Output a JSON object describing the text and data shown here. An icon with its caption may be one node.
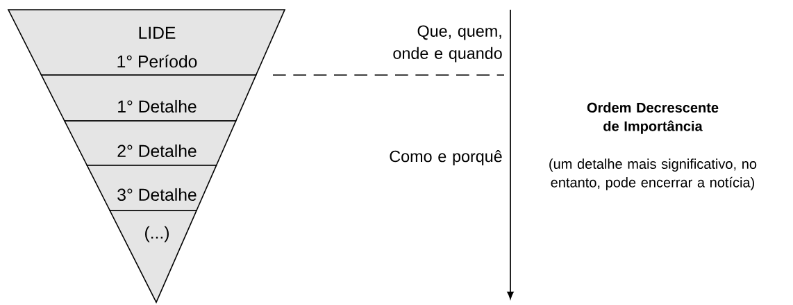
{
  "diagram": {
    "nodes": [
      {
        "text": [
          "LIDE",
          "1° Período"
        ]
      },
      {
        "text": [
          "1° Detalhe"
        ]
      },
      {
        "text": [
          "2° Detalhe"
        ]
      },
      {
        "text": [
          "3° Detalhe"
        ]
      },
      {
        "text": [
          "(...)"
        ]
      }
    ],
    "labels": [
      "Que, quem, onde e quando",
      "Ordem Decrescente de Importância",
      "Como e porquê",
      "(um detalhe mais significativo, no entanto, pode encerrar a notícia)"
    ]
  }
}
